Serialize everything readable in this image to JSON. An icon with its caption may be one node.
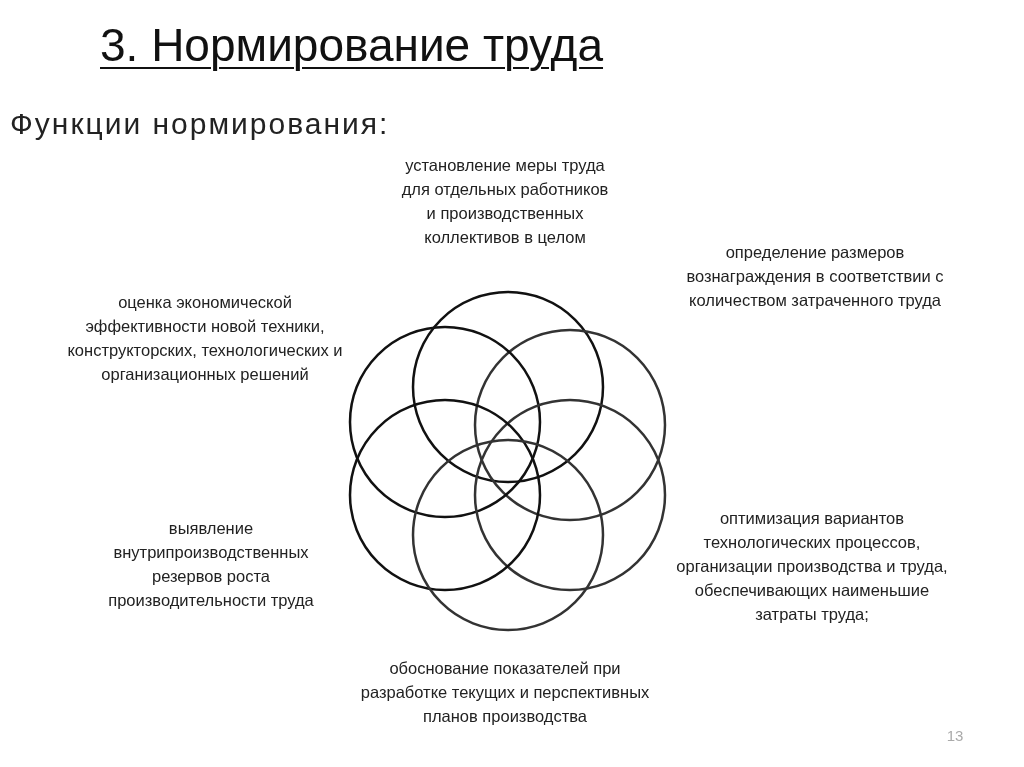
{
  "diagram": {
    "title": "3. Нормирование труда",
    "labels": [
      "Функции нормирования:",
      "установление меры труда для отдельных работников и производственных коллективов в целом",
      "определение размеров вознаграждения в соответствии с количеством затраченного труда",
      "оценка экономической эффективности новой техники, конструкторских, технологических и организационных решений",
      "оптимизация вариантов технологических процессов, организации производства и труда, обеспечивающих наименьшие затраты труда;",
      "выявление внутрипроизводственных резервов роста производительности труда",
      "обоснование показателей при разработке текущих и перспективных планов производства",
      "13"
    ]
  }
}
